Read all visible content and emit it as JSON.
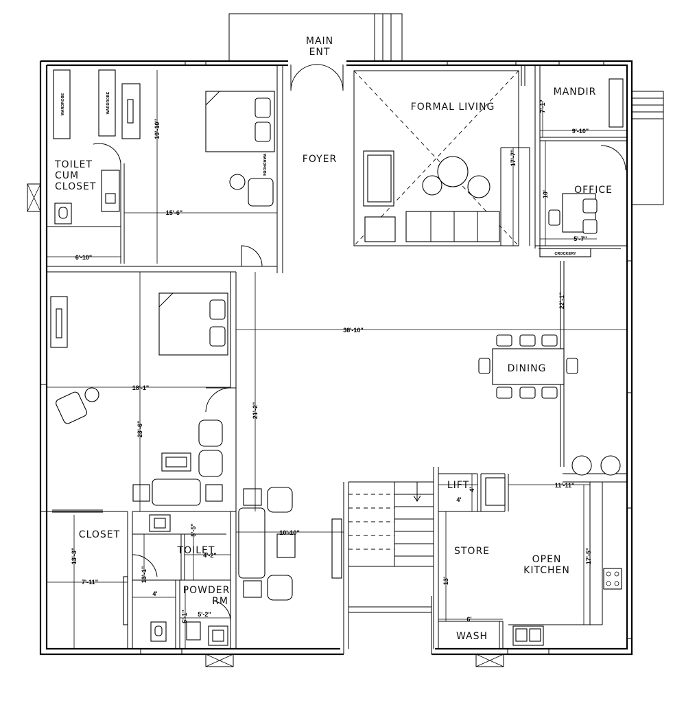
{
  "rooms": {
    "main_ent": [
      "MAIN",
      "ENT"
    ],
    "foyer": "FOYER",
    "formal_living": "FORMAL LIVING",
    "mandir": "MANDIR",
    "office": "OFFICE",
    "toilet_cum_closet": [
      "TOILET",
      "CUM",
      "CLOSET"
    ],
    "dining": "DINING",
    "closet": "CLOSET",
    "toilet": "TOILET",
    "powder_rm": [
      "POWDER",
      "RM"
    ],
    "lift": "LIFT",
    "store": "STORE",
    "open_kitchen": [
      "OPEN",
      "KITCHEN"
    ],
    "wash": "WASH"
  },
  "labels": {
    "wardrobe": "WARDROBE",
    "crockery": "CROCKERY"
  },
  "dimensions": {
    "bed1_h": "19'-10\"",
    "bed1_w": "15'-6\"",
    "toilet1_w": "6'-10\"",
    "living_h": "17'-7\"",
    "mandir_h": "7'-1\"",
    "mandir_w": "9'-10\"",
    "office_h": "10'",
    "office_w": "5'-7\"",
    "dining_h": "22'-1\"",
    "hall_w": "38'-10\"",
    "bed2_w": "18'-1\"",
    "bed2_h": "23'-6\"",
    "corridor_h": "21'-2\"",
    "lounge_w": "10'-10\"",
    "lift_w": "4'",
    "lift_h": "4'",
    "kitchen_w": "11'-11\"",
    "kitchen_h": "17'-5\"",
    "store_h": "13'",
    "wash_w": "6'",
    "closet_h": "13'-3\"",
    "closet_w": "7'-11\"",
    "toilet2_h": "13'-1\"",
    "toilet2_w": "4'-2\"",
    "toilet2_v": "5'-5\"",
    "passage_w": "4'",
    "powder_w": "5'-2\"",
    "powder_h": "6'-1\""
  }
}
